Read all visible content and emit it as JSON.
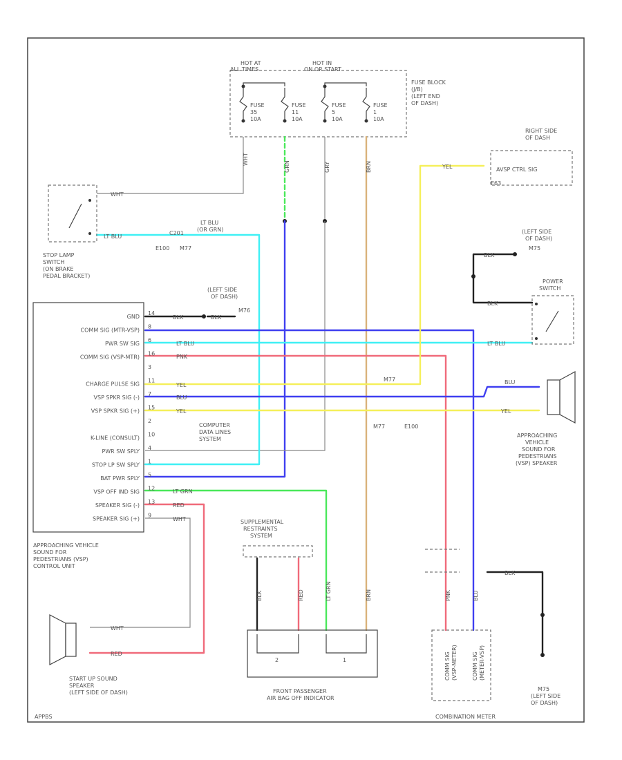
{
  "colors": {
    "yellow": "#f5ef5a",
    "blue": "#3f3ff0",
    "light_blue": "#3ff0f5",
    "pink": "#f06a7a",
    "green": "#4ae85a",
    "tan": "#d9b27a",
    "gray": "#999999",
    "black": "#222222",
    "frame": "#444444"
  },
  "fuse_block": {
    "hot_at_1": "HOT AT",
    "hot_at_1_sub": "ALL TIMES",
    "hot_at_2": "HOT IN",
    "hot_at_2_sub": "ON OR START",
    "label": [
      "FUSE BLOCK",
      "(J/B)",
      "(LEFT END",
      "OF DASH)"
    ],
    "fuses": [
      {
        "name": "FUSE",
        "num": "35",
        "amp": "10A"
      },
      {
        "name": "FUSE",
        "num": "11",
        "amp": "10A"
      },
      {
        "name": "FUSE",
        "num": "5",
        "amp": "10A"
      },
      {
        "name": "FUSE",
        "num": "1",
        "amp": "10A"
      }
    ]
  },
  "wire_labels": {
    "wht_top": "WHT",
    "grn": "GRN",
    "gry": "GRY",
    "brn": "BRN",
    "yel": "YEL",
    "wht": "WHT",
    "lt_blu": "LT BLU",
    "lt_blu_grn": "LT BLU",
    "lt_blu_grn_sub": "(OR GRN)",
    "c201": "C201",
    "e100": "E100",
    "m77": "M77",
    "blk": "BLK",
    "blu": "BLU",
    "pnk": "PNK",
    "lt_grn": "LT GRN",
    "red": "RED",
    "m77_b": "M77",
    "e100_b": "E100",
    "m77_c": "M77",
    "blk_b": "BLK",
    "blk_c": "BLK",
    "blu_b": "BLU",
    "e63": "E63",
    "m76": "M76",
    "m75": "M75",
    "pnk_b": "PNK",
    "blu_c": "BLU",
    "blk_d": "BLK",
    "red_b": "RED",
    "lt_grn_b": "LT GRN",
    "brn_b": "BRN"
  },
  "components": {
    "right_dash": [
      "RIGHT SIDE",
      "OF DASH"
    ],
    "avsp_ctrl": "AVSP CTRL SIG",
    "stop_lamp": [
      "STOP LAMP",
      "SWITCH",
      "(ON BRAKE",
      "PEDAL BRACKET)"
    ],
    "left_dash_1": [
      "(LEFT SIDE",
      "OF DASH)"
    ],
    "left_dash_2": [
      "(LEFT SIDE",
      "OF DASH)"
    ],
    "power_switch": [
      "POWER",
      "SWITCH"
    ],
    "computer_data": [
      "COMPUTER",
      "DATA LINES",
      "SYSTEM"
    ],
    "avsp_speaker": [
      "APPROACHING",
      "VEHICLE",
      "SOUND FOR",
      "PEDESTRIANS",
      "(VSP) SPEAKER"
    ],
    "control_unit": [
      "APPROACHING VEHICLE",
      "SOUND FOR",
      "PEDESTRIANS (VSP)",
      "CONTROL UNIT"
    ],
    "srs": [
      "SUPPLEMENTAL",
      "RESTRAINTS",
      "SYSTEM"
    ],
    "startup_speaker": [
      "START UP SOUND",
      "SPEAKER",
      "(LEFT SIDE OF DASH)"
    ],
    "airbag_off": [
      "FRONT PASSENGER",
      "AIR BAG OFF INDICATOR"
    ],
    "combination_meter": "COMBINATION METER",
    "meter_pin_1": [
      "COMM SIG",
      "(VSP-METER)"
    ],
    "meter_pin_2": [
      "COMM SIG",
      "(METER-VSP)"
    ],
    "ground_label": [
      "M75",
      "(LEFT SIDE",
      "OF DASH)"
    ],
    "diagram_code": "APPBS"
  },
  "control_unit_pins": [
    {
      "pin": "14",
      "label": "GND"
    },
    {
      "pin": "8",
      "label": "COMM SIG (MTR-VSP)"
    },
    {
      "pin": "6",
      "label": "PWR SW SIG"
    },
    {
      "pin": "16",
      "label": "COMM SIG (VSP-MTR)"
    },
    {
      "pin": "3",
      "label": ""
    },
    {
      "pin": "11",
      "label": "CHARGE PULSE SIG"
    },
    {
      "pin": "7",
      "label": "VSP SPKR SIG (-)"
    },
    {
      "pin": "15",
      "label": "VSP SPKR SIG (+)"
    },
    {
      "pin": "2",
      "label": ""
    },
    {
      "pin": "10",
      "label": "K-LINE (CONSULT)"
    },
    {
      "pin": "4",
      "label": "PWR SW SPLY"
    },
    {
      "pin": "1",
      "label": "STOP LP SW SPLY"
    },
    {
      "pin": "5",
      "label": "BAT PWR SPLY"
    },
    {
      "pin": "12",
      "label": "VSP OFF IND SIG"
    },
    {
      "pin": "13",
      "label": "SPEAKER SIG (-)"
    },
    {
      "pin": "9",
      "label": "SPEAKER SIG (+)"
    }
  ],
  "indicator_pins": [
    "2",
    "1"
  ]
}
